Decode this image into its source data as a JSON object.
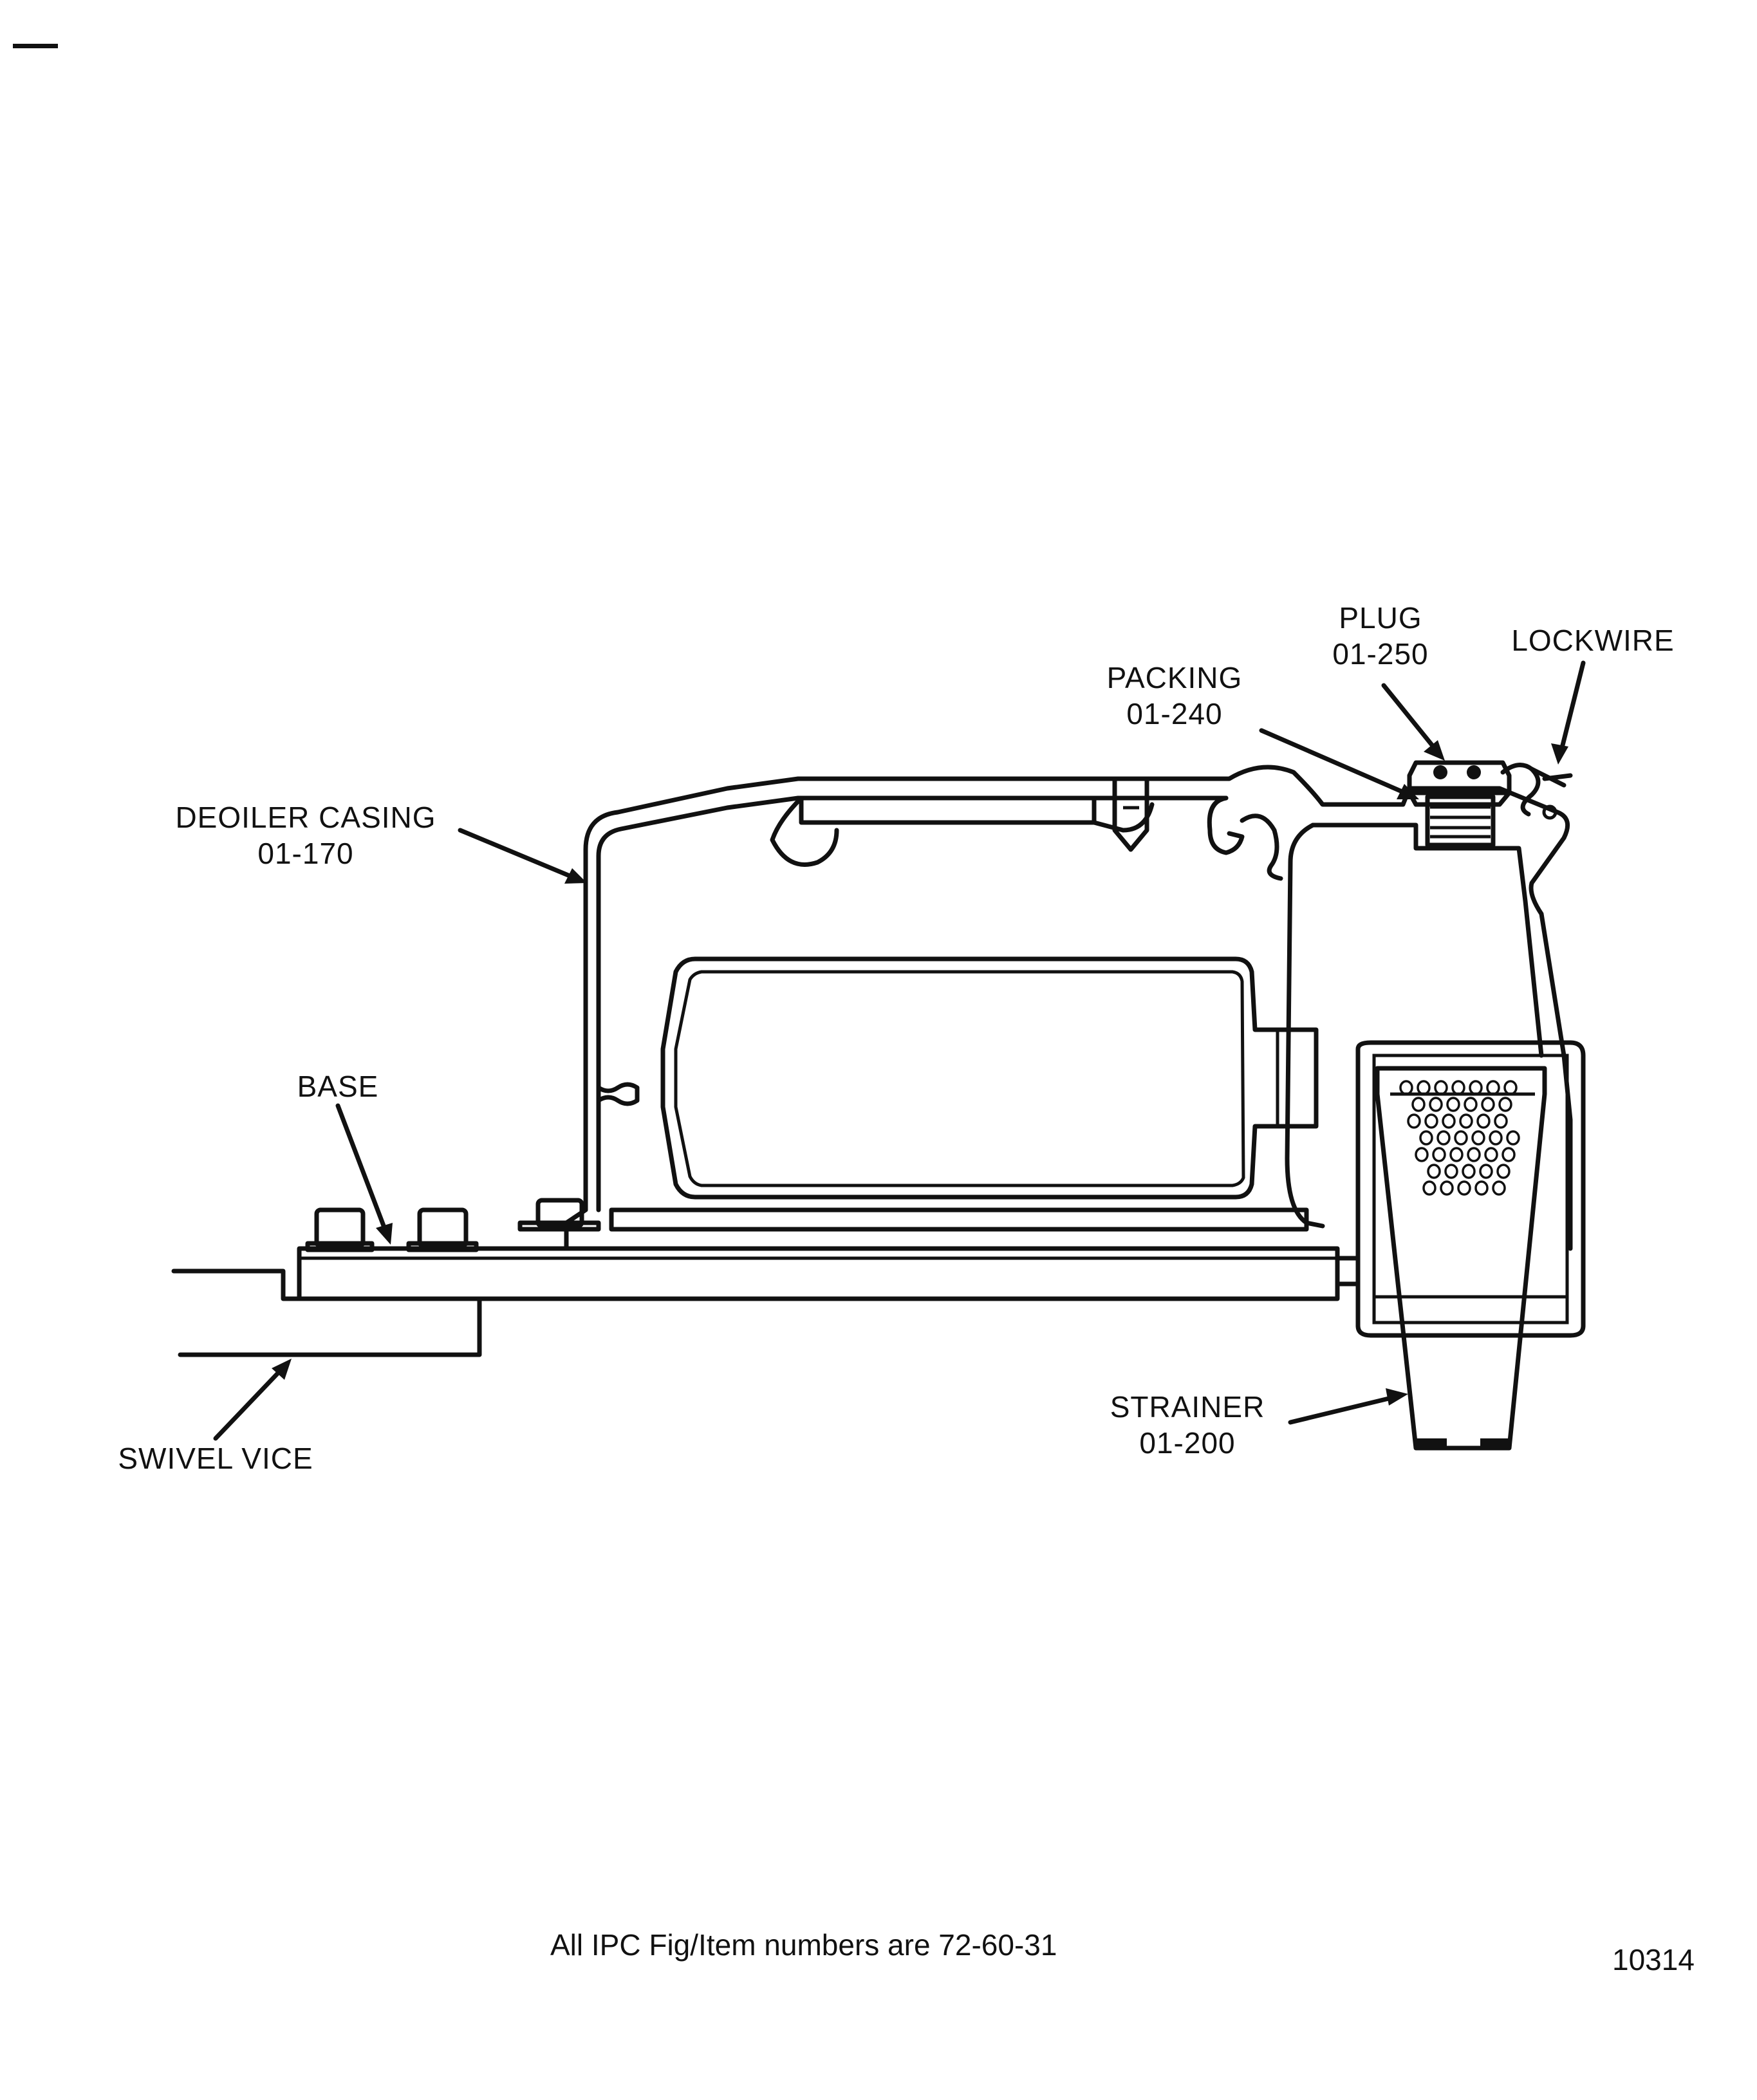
{
  "labels": {
    "plug": {
      "name": "PLUG",
      "item": "01-250"
    },
    "lockwire": {
      "name": "LOCKWIRE"
    },
    "packing": {
      "name": "PACKING",
      "item": "01-240"
    },
    "deoiler_casing": {
      "name": "DEOILER CASING",
      "item": "01-170"
    },
    "base": {
      "name": "BASE"
    },
    "swivel_vice": {
      "name": "SWIVEL VICE"
    },
    "strainer": {
      "name": "STRAINER",
      "item": "01-200"
    }
  },
  "footer": {
    "note": "All IPC Fig/Item numbers are 72-60-31",
    "figure_number": "10314"
  }
}
